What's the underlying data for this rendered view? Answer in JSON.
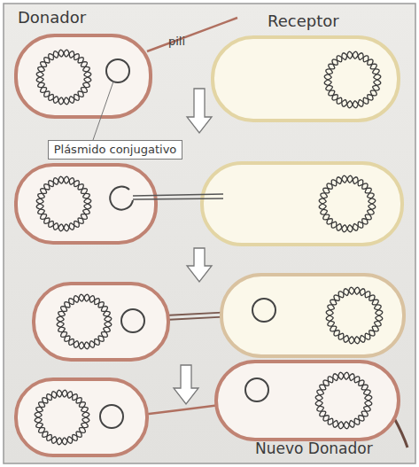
{
  "diagram": {
    "nodes": [
      {
        "text": [
          "Plásmido conjugativo"
        ]
      }
    ],
    "labels": [
      "Donador",
      "Receptor",
      "pili",
      "Nuevo Donador"
    ]
  }
}
